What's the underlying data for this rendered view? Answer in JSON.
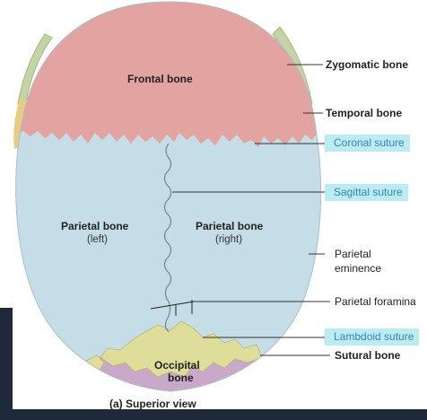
{
  "caption": "(a) Superior view",
  "bones": {
    "frontal": "Frontal bone",
    "parietal_left": "Parietal bone",
    "parietal_left_sub": "(left)",
    "parietal_right": "Parietal bone",
    "parietal_right_sub": "(right)",
    "occipital_line1": "Occipital",
    "occipital_line2": "bone"
  },
  "callouts": {
    "zygomatic": "Zygomatic bone",
    "temporal": "Temporal bone",
    "coronal": "Coronal suture",
    "sagittal": "Sagittal suture",
    "eminence_line1": "Parietal",
    "eminence_line2": "eminence",
    "foramina": "Parietal foramina",
    "lambdoid": "Lambdoid suture",
    "sutural": "Sutural bone"
  },
  "colors": {
    "frontal": "#e3a3a0",
    "parietal": "#c4dde6",
    "occipital": "#c9a8c9",
    "sutural": "#dede9a",
    "zygomatic": "#c3d5a5",
    "temporal": "#e8cc80",
    "highlight": "#b9ecf3",
    "frame": "#1e2a3a"
  }
}
